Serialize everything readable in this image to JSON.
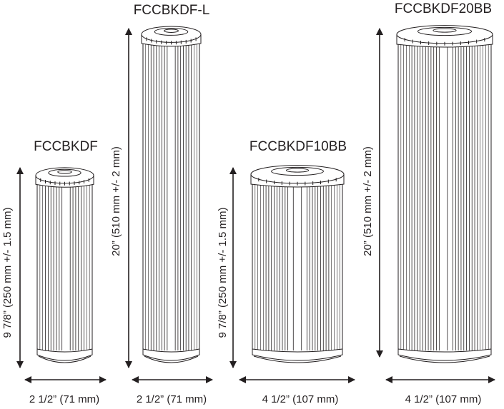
{
  "cartridges": [
    {
      "name": "FCCBKDF",
      "height_label": "9 7/8” (250 mm +/- 1.5 mm)",
      "width_label": "2 1/2” (71 mm)"
    },
    {
      "name": "FCCBKDF-L",
      "height_label": "20” (510 mm +/- 2 mm)",
      "width_label": "2 1/2” (71 mm)"
    },
    {
      "name": "FCCBKDF10BB",
      "height_label": "9 7/8” (250 mm +/- 1.5 mm)",
      "width_label": "4 1/2” (107 mm)"
    },
    {
      "name": "FCCBKDF20BB",
      "height_label": "20” (510 mm +/- 2 mm)",
      "width_label": "4 1/2” (107 mm)"
    }
  ],
  "colors": {
    "ink": "#231f20",
    "background": "#ffffff"
  }
}
